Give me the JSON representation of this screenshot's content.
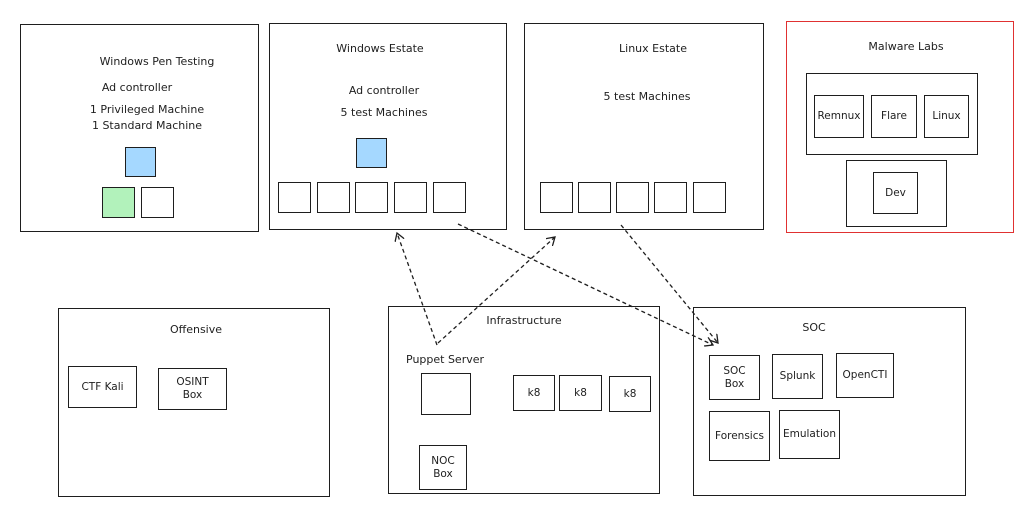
{
  "groups": {
    "win_pen": {
      "title": "Windows Pen Testing",
      "line1": "Ad controller",
      "line2": "1 Privileged Machine",
      "line3": "1 Standard Machine"
    },
    "win_estate": {
      "title": "Windows Estate",
      "line1": "Ad controller",
      "line2": "5 test Machines"
    },
    "linux_estate": {
      "title": "Linux Estate",
      "line1": "5 test Machines"
    },
    "malware": {
      "title": "Malware Labs",
      "nodes": [
        "Remnux",
        "Flare",
        "Linux",
        "Dev"
      ],
      "border_color": "#e03131"
    },
    "offensive": {
      "title": "Offensive",
      "nodes": [
        "CTF Kali",
        "OSINT\n Box"
      ]
    },
    "infra": {
      "title": "Infrastructure",
      "puppet_label": "Puppet Server",
      "nodes": [
        "k8",
        "k8",
        "k8",
        "NOC\nBox"
      ]
    },
    "soc": {
      "title": "SOC",
      "nodes": [
        "SOC\nBox",
        "Splunk",
        "OpenCTI",
        "Forensics",
        "Emulation"
      ]
    }
  },
  "colors": {
    "domain_controller": "#a5d8ff",
    "privileged_machine": "#b2f2bb",
    "stroke": "#1e1e1e"
  },
  "connections": [
    {
      "from": "Puppet Server",
      "to": "Windows Estate",
      "style": "dashed"
    },
    {
      "from": "Puppet Server",
      "to": "Linux Estate",
      "style": "dashed"
    },
    {
      "from": "Windows Estate",
      "to": "SOC Box",
      "style": "dashed"
    },
    {
      "from": "Linux Estate",
      "to": "SOC Box",
      "style": "dashed"
    }
  ]
}
